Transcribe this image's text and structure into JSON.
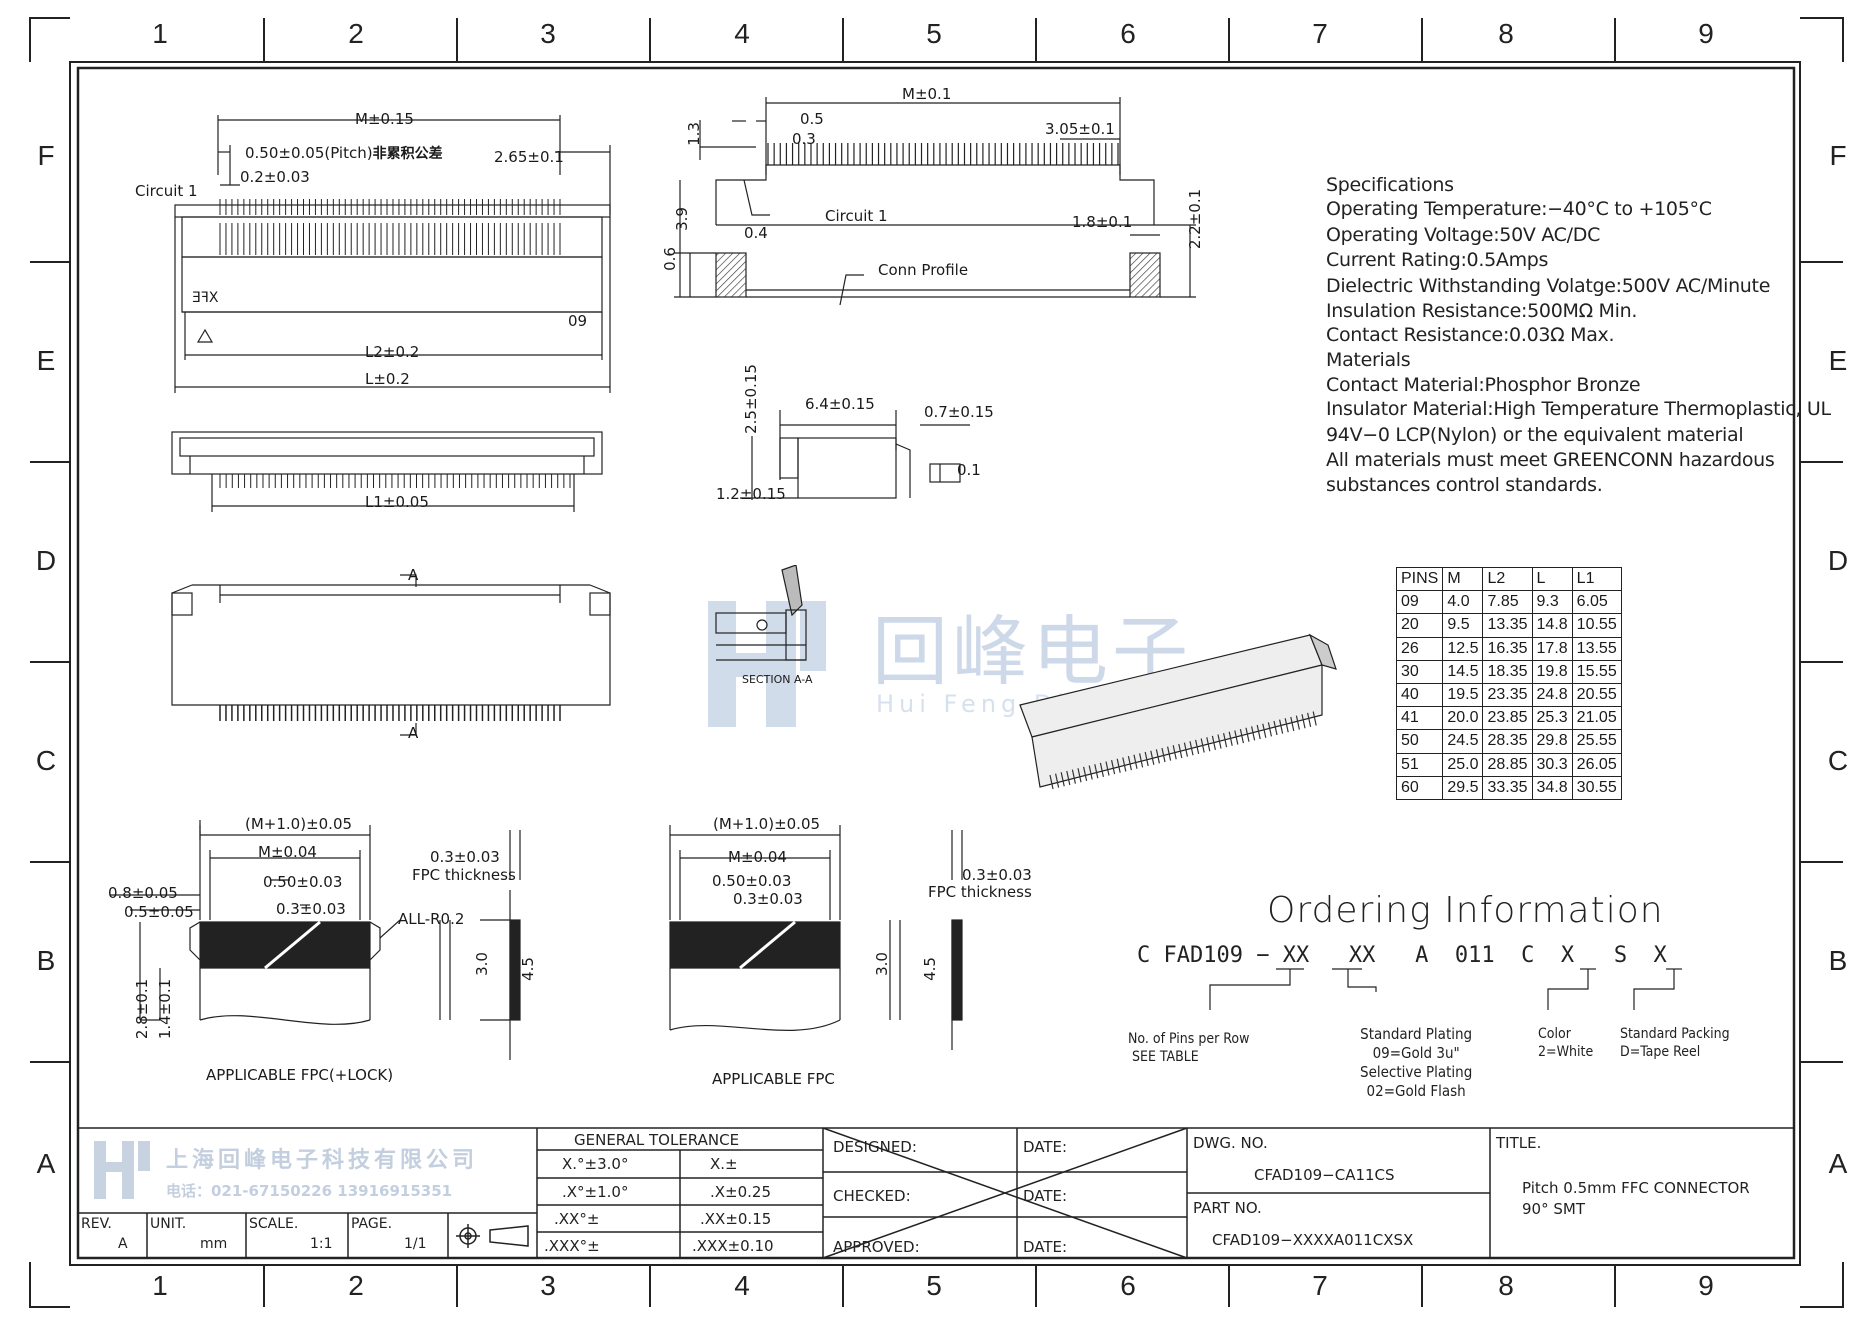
{
  "zones": {
    "columns": [
      "1",
      "2",
      "3",
      "4",
      "5",
      "6",
      "7",
      "8",
      "9"
    ],
    "rows": [
      "F",
      "E",
      "D",
      "C",
      "B",
      "A"
    ]
  },
  "dims": {
    "m_015": "M±0.15",
    "pitch": "0.50±0.05(Pitch)",
    "pitch_note": "非累积公差",
    "d_02": "0.2±0.03",
    "d_265": "2.65±0.1",
    "circuit1_a": "Circuit 1",
    "xfe": "XFE",
    "num09": "09",
    "l2": "L2±0.2",
    "l": "L±0.2",
    "l1": "L1±0.05",
    "section_a": "A",
    "m_01": "M±0.1",
    "d_05": "0.5",
    "d_03": "0.3",
    "d_13": "1.3",
    "d_39": "3.9",
    "d_04": "0.4",
    "d_06": "0.6",
    "circuit1_b": "Circuit 1",
    "d_305": "3.05±0.1",
    "d_18": "1.8±0.1",
    "d_22": "2.2±0.1",
    "conn_profile": "Conn Profile",
    "d_64": "6.4±0.15",
    "d_25": "2.5±0.15",
    "d_07": "0.7±0.15",
    "d_12": "1.2±0.15",
    "flat": "0.1",
    "section_aa": "SECTION A-A",
    "fpc1_m10": "(M+1.0)±0.05",
    "fpc1_m004": "M±0.04",
    "fpc1_050": "0.50±0.03",
    "fpc1_03": "0.3±0.03",
    "fpc1_08": "0.8±0.05",
    "fpc1_05": "0.5±0.05",
    "fpc1_r": "ALL-R0.2",
    "fpc1_28": "2.8±0.1",
    "fpc1_14": "1.4±0.1",
    "fpc1_label": "APPLICABLE FPC(+LOCK)",
    "fpc_thk": "0.3±0.03",
    "fpc_thk_label": "FPC thickness",
    "d_30": "3.0",
    "d_45": "4.5",
    "fpc2_m10": "(M+1.0)±0.05",
    "fpc2_m004": "M±0.04",
    "fpc2_050": "0.50±0.03",
    "fpc2_03": "0.3±0.03",
    "fpc2_label": "APPLICABLE FPC"
  },
  "watermark": {
    "cn": "回峰电子",
    "en": "Hui Feng Dianzi"
  },
  "specs": [
    "Specifications",
    "Operating Temperature:−40°C to +105°C",
    "Operating Voltage:50V AC/DC",
    "Current Rating:0.5Amps",
    "Dielectric Withstanding Volatge:500V AC/Minute",
    "Insulation Resistance:500MΩ Min.",
    "Contact Resistance:0.03Ω Max.",
    "Materials",
    "Contact Material:Phosphor Bronze",
    "Insulator Material:High Temperature Thermoplastic, UL",
    "94V−0 LCP(Nylon) or the equivalent material",
    "All materials must meet GREENCONN hazardous",
    "substances control standards."
  ],
  "pin_table": {
    "headers": [
      "PINS",
      "M",
      "L2",
      "L",
      "L1"
    ],
    "rows": [
      [
        "09",
        "4.0",
        "7.85",
        "9.3",
        "6.05"
      ],
      [
        "20",
        "9.5",
        "13.35",
        "14.8",
        "10.55"
      ],
      [
        "26",
        "12.5",
        "16.35",
        "17.8",
        "13.55"
      ],
      [
        "30",
        "14.5",
        "18.35",
        "19.8",
        "15.55"
      ],
      [
        "40",
        "19.5",
        "23.35",
        "24.8",
        "20.55"
      ],
      [
        "41",
        "20.0",
        "23.85",
        "25.3",
        "21.05"
      ],
      [
        "50",
        "24.5",
        "28.35",
        "29.8",
        "25.55"
      ],
      [
        "51",
        "25.0",
        "28.85",
        "30.3",
        "26.05"
      ],
      [
        "60",
        "29.5",
        "33.35",
        "34.8",
        "30.55"
      ]
    ]
  },
  "ordering": {
    "title": "Ordering Information",
    "code": "C FAD109 − XX   XX   A  011  C  X   S  X",
    "pins_note": "No. of Pins per Row\n SEE TABLE",
    "plating_note": "Standard Plating\n09=Gold 3u\"\nSelective Plating\n02=Gold Flash",
    "color_note": "Color\n2=White",
    "packing_note": "Standard Packing\nD=Tape Reel"
  },
  "title_block": {
    "company_cn": "上海回峰电子科技有限公司",
    "phone": "电话：021-67150226   13916915351",
    "rev_label": "REV.",
    "rev_value": "A",
    "unit_label": "UNIT.",
    "unit_value": "mm",
    "scale_label": "SCALE.",
    "scale_value": "1:1",
    "page_label": "PAGE.",
    "page_value": "1/1",
    "general_tolerance": "GENERAL TOLERANCE",
    "tol": [
      [
        "X.°±3.0°",
        "X.±"
      ],
      [
        ".X°±1.0°",
        ".X±0.25"
      ],
      [
        ".XX°±",
        ".XX±0.15"
      ],
      [
        ".XXX°±",
        ".XXX±0.10"
      ]
    ],
    "designed": "DESIGNED:",
    "checked": "CHECKED:",
    "approved": "APPROVED:",
    "date": "DATE:",
    "dwg_no_label": "DWG. NO.",
    "dwg_no": "CFAD109−CA11CS",
    "part_no_label": "PART NO.",
    "part_no": "CFAD109−XXXXA011CXSX",
    "title_label": "TITLE.",
    "title_value": "Pitch 0.5mm FFC CONNECTOR 90° SMT"
  }
}
